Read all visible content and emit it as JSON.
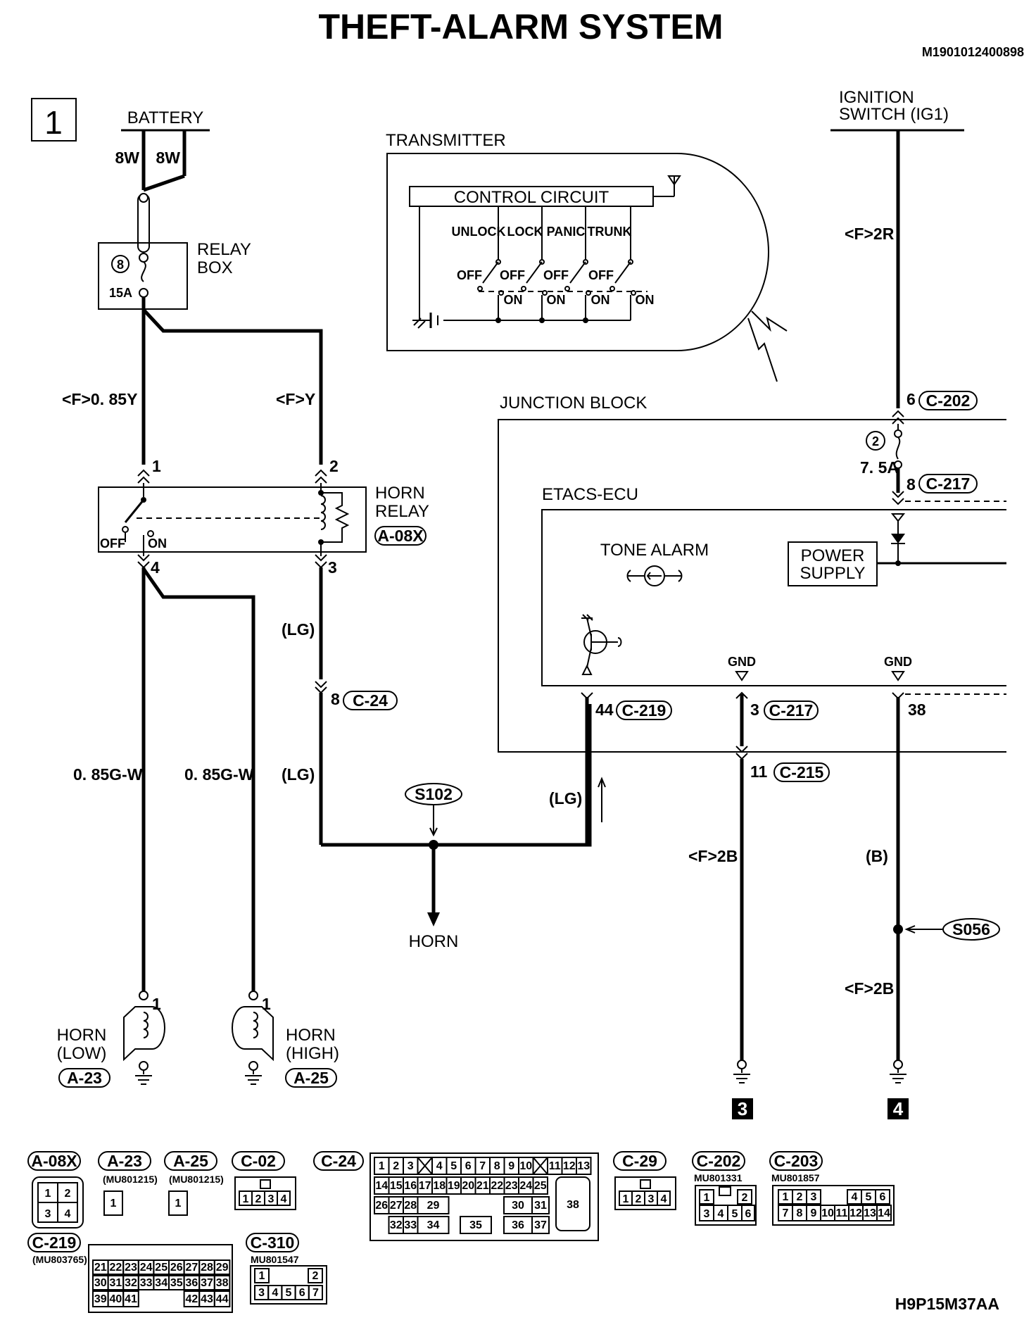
{
  "title": "THEFT-ALARM SYSTEM",
  "doc_code": "M1901012400898",
  "page_number": "1",
  "figure_code": "H9P15M37AA",
  "battery": {
    "label": "BATTERY",
    "wire_left": "8W",
    "wire_right": "8W"
  },
  "relay_box": {
    "label_line1": "RELAY",
    "label_line2": "BOX",
    "fuse_number": "8",
    "fuse_rating": "15A"
  },
  "ignition_switch": {
    "label_line1": "IGNITION",
    "label_line2": "SWITCH (IG1)",
    "wire": "<F>2R"
  },
  "transmitter": {
    "label": "TRANSMITTER",
    "control_circuit": "CONTROL CIRCUIT",
    "switches": [
      "UNLOCK",
      "LOCK",
      "PANIC",
      "TRUNK"
    ],
    "off_label": "OFF",
    "on_label": "ON"
  },
  "wires": {
    "relay_feed_left": "<F>0. 85Y",
    "relay_feed_right": "<F>Y",
    "lg1": "(LG)",
    "lg2": "(LG)",
    "lg3": "(LG)",
    "horn_low_wire": "0. 85G-W",
    "horn_high_wire": "0. 85G-W",
    "ground3_wire": "<F>2B",
    "ground4_wire_top": "(B)",
    "ground4_wire_bottom": "<F>2B"
  },
  "horn_relay": {
    "label_line1": "HORN",
    "label_line2": "RELAY",
    "connector": "A-08X",
    "pins": {
      "p1": "1",
      "p2": "2",
      "p3": "3",
      "p4": "4"
    },
    "off_label": "OFF",
    "on_label": "ON"
  },
  "connectors": {
    "c24_pin": "8",
    "c24": "C-24",
    "c202_pin": "6",
    "c202": "C-202",
    "c217_top_pin": "8",
    "c217_top": "C-217",
    "c219_pin": "44",
    "c219": "C-219",
    "c217_bottom_pin": "3",
    "c217_bottom": "C-217",
    "c215_pin": "11",
    "c215": "C-215",
    "gnd_pin_38": "38"
  },
  "junction_block": {
    "label": "JUNCTION BLOCK",
    "fuse_number": "2",
    "fuse_rating": "7. 5A",
    "etacs_label": "ETACS-ECU",
    "tone_alarm": "TONE ALARM",
    "power_supply_line1": "POWER",
    "power_supply_line2": "SUPPLY",
    "gnd1": "GND",
    "gnd2": "GND"
  },
  "splices": {
    "s102": "S102",
    "s056": "S056"
  },
  "horn_output": "HORN",
  "horn_low": {
    "label_line1": "HORN",
    "label_line2": "(LOW)",
    "connector": "A-23",
    "pin": "1"
  },
  "horn_high": {
    "label_line1": "HORN",
    "label_line2": "(HIGH)",
    "connector": "A-25",
    "pin": "1"
  },
  "ground_refs": {
    "g3": "3",
    "g4": "4"
  },
  "connector_legend": {
    "a08x": "A-08X",
    "a08x_pins": [
      "1",
      "2",
      "3",
      "4"
    ],
    "a23": "A-23",
    "a23_part": "(MU801215)",
    "a23_pin": "1",
    "a25": "A-25",
    "a25_part": "(MU801215)",
    "a25_pin": "1",
    "c02": "C-02",
    "c02_pins": [
      "1",
      "2",
      "3",
      "4"
    ],
    "c24": "C-24",
    "c24_row1": [
      "1",
      "2",
      "3",
      "",
      "4",
      "5",
      "6",
      "7",
      "8",
      "9",
      "10",
      "",
      "11",
      "12",
      "13"
    ],
    "c24_row2": [
      "14",
      "15",
      "16",
      "17",
      "18",
      "19",
      "20",
      "21",
      "22",
      "23",
      "24",
      "25"
    ],
    "c24_row3": [
      "26",
      "27",
      "28",
      "29",
      "30",
      "31"
    ],
    "c24_row4": [
      "32",
      "33",
      "34",
      "35",
      "36",
      "37"
    ],
    "c24_big": "38",
    "c29": "C-29",
    "c29_pins": [
      "1",
      "2",
      "3",
      "4"
    ],
    "c202": "C-202",
    "c202_part": "MU801331",
    "c202_pins": [
      "1",
      "2",
      "3",
      "4",
      "5",
      "6"
    ],
    "c203": "C-203",
    "c203_part": "MU801857",
    "c203_row1": [
      "1",
      "2",
      "3",
      "4",
      "5",
      "6"
    ],
    "c203_row2": [
      "7",
      "8",
      "9",
      "10",
      "11",
      "12",
      "13",
      "14"
    ],
    "c219": "C-219",
    "c219_part": "(MU803765)",
    "c219_row1": [
      "21",
      "22",
      "23",
      "24",
      "25",
      "26",
      "27",
      "28",
      "29"
    ],
    "c219_row2": [
      "30",
      "31",
      "32",
      "33",
      "34",
      "35",
      "36",
      "37",
      "38"
    ],
    "c219_row3": [
      "39",
      "40",
      "41",
      "42",
      "43",
      "44"
    ],
    "c310": "C-310",
    "c310_part": "MU801547",
    "c310_pins": [
      "1",
      "2",
      "3",
      "4",
      "5",
      "6",
      "7"
    ]
  }
}
